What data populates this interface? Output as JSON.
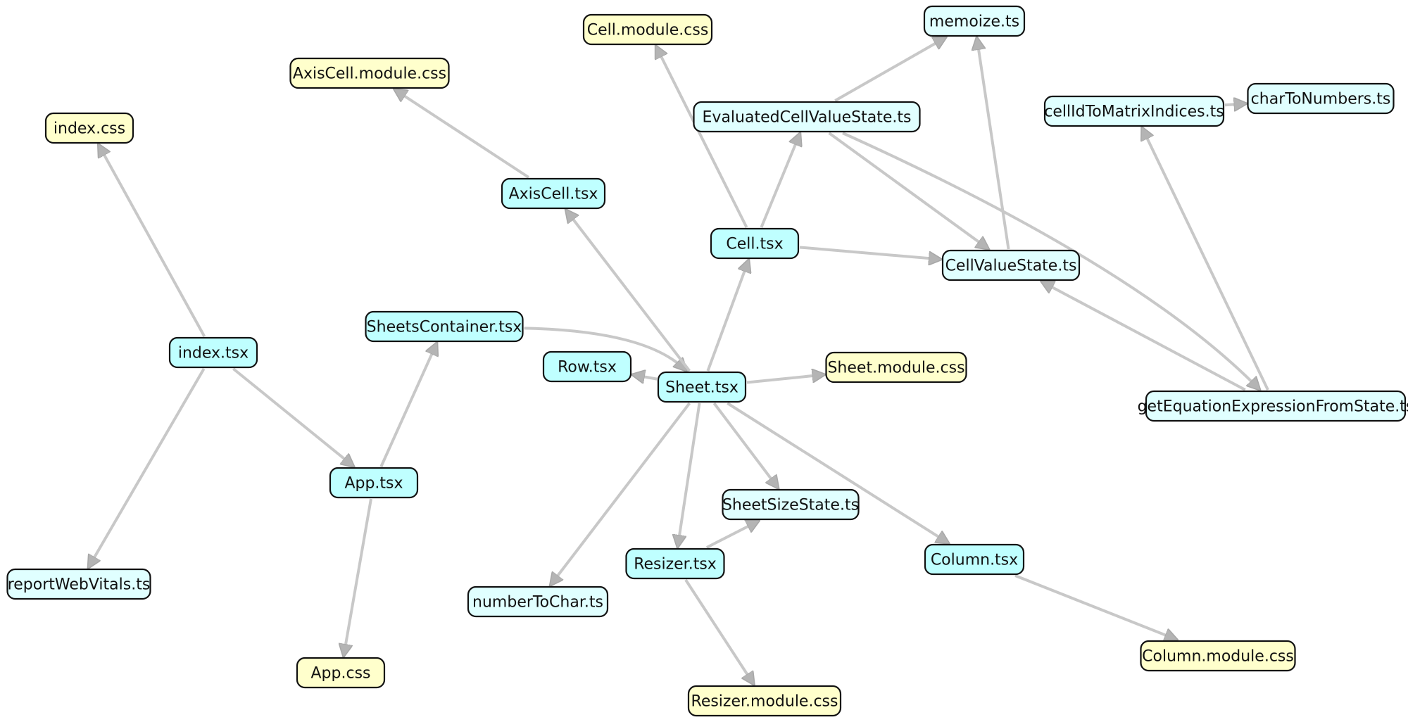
{
  "colors": {
    "tsx": "#bfffff",
    "ts": "#e0ffff",
    "css": "#ffffcc",
    "edge": "#c8c8c8",
    "arrow": "#b4b4b4",
    "border": "#111111"
  },
  "nodes": [
    {
      "id": "index_css",
      "label": "index.css",
      "kind": "css"
    },
    {
      "id": "axiscell_css",
      "label": "AxisCell.module.css",
      "kind": "css"
    },
    {
      "id": "cell_css",
      "label": "Cell.module.css",
      "kind": "css"
    },
    {
      "id": "memoize",
      "label": "memoize.ts",
      "kind": "ts"
    },
    {
      "id": "evaluated",
      "label": "EvaluatedCellValueState.ts",
      "kind": "ts"
    },
    {
      "id": "cellid",
      "label": "cellIdToMatrixIndices.ts",
      "kind": "ts"
    },
    {
      "id": "chartonum",
      "label": "charToNumbers.ts",
      "kind": "ts"
    },
    {
      "id": "axiscell",
      "label": "AxisCell.tsx",
      "kind": "tsx"
    },
    {
      "id": "cell",
      "label": "Cell.tsx",
      "kind": "tsx"
    },
    {
      "id": "cellvalue",
      "label": "CellValueState.ts",
      "kind": "ts"
    },
    {
      "id": "index_tsx",
      "label": "index.tsx",
      "kind": "tsx"
    },
    {
      "id": "sheetscontainer",
      "label": "SheetsContainer.tsx",
      "kind": "tsx"
    },
    {
      "id": "row",
      "label": "Row.tsx",
      "kind": "tsx"
    },
    {
      "id": "sheet",
      "label": "Sheet.tsx",
      "kind": "tsx"
    },
    {
      "id": "sheet_css",
      "label": "Sheet.module.css",
      "kind": "css"
    },
    {
      "id": "getequation",
      "label": "getEquationExpressionFromState.ts",
      "kind": "ts"
    },
    {
      "id": "app",
      "label": "App.tsx",
      "kind": "tsx"
    },
    {
      "id": "sheetsize",
      "label": "SheetSizeState.ts",
      "kind": "ts"
    },
    {
      "id": "reportweb",
      "label": "reportWebVitals.ts",
      "kind": "ts"
    },
    {
      "id": "resizer",
      "label": "Resizer.tsx",
      "kind": "tsx"
    },
    {
      "id": "column",
      "label": "Column.tsx",
      "kind": "tsx"
    },
    {
      "id": "numbertochar",
      "label": "numberToChar.ts",
      "kind": "ts"
    },
    {
      "id": "column_css",
      "label": "Column.module.css",
      "kind": "css"
    },
    {
      "id": "app_css",
      "label": "App.css",
      "kind": "css"
    },
    {
      "id": "resizer_css",
      "label": "Resizer.module.css",
      "kind": "css"
    }
  ],
  "edges": [
    {
      "from": "index_tsx",
      "to": "index_css"
    },
    {
      "from": "index_tsx",
      "to": "app"
    },
    {
      "from": "index_tsx",
      "to": "reportweb"
    },
    {
      "from": "app",
      "to": "sheetscontainer"
    },
    {
      "from": "app",
      "to": "app_css"
    },
    {
      "from": "sheetscontainer",
      "to": "sheet"
    },
    {
      "from": "sheet",
      "to": "row"
    },
    {
      "from": "sheet",
      "to": "sheet_css"
    },
    {
      "from": "sheet",
      "to": "axiscell"
    },
    {
      "from": "sheet",
      "to": "cell"
    },
    {
      "from": "sheet",
      "to": "sheetsize"
    },
    {
      "from": "sheet",
      "to": "resizer"
    },
    {
      "from": "sheet",
      "to": "numbertochar"
    },
    {
      "from": "sheet",
      "to": "column"
    },
    {
      "from": "axiscell",
      "to": "axiscell_css"
    },
    {
      "from": "cell",
      "to": "cell_css"
    },
    {
      "from": "cell",
      "to": "evaluated"
    },
    {
      "from": "cell",
      "to": "cellvalue"
    },
    {
      "from": "evaluated",
      "to": "memoize"
    },
    {
      "from": "evaluated",
      "to": "cellvalue"
    },
    {
      "from": "evaluated",
      "to": "getequation"
    },
    {
      "from": "cellvalue",
      "to": "memoize"
    },
    {
      "from": "getequation",
      "to": "cellvalue"
    },
    {
      "from": "getequation",
      "to": "cellid"
    },
    {
      "from": "cellid",
      "to": "chartonum"
    },
    {
      "from": "resizer",
      "to": "sheetsize"
    },
    {
      "from": "resizer",
      "to": "resizer_css"
    },
    {
      "from": "column",
      "to": "column_css"
    }
  ]
}
